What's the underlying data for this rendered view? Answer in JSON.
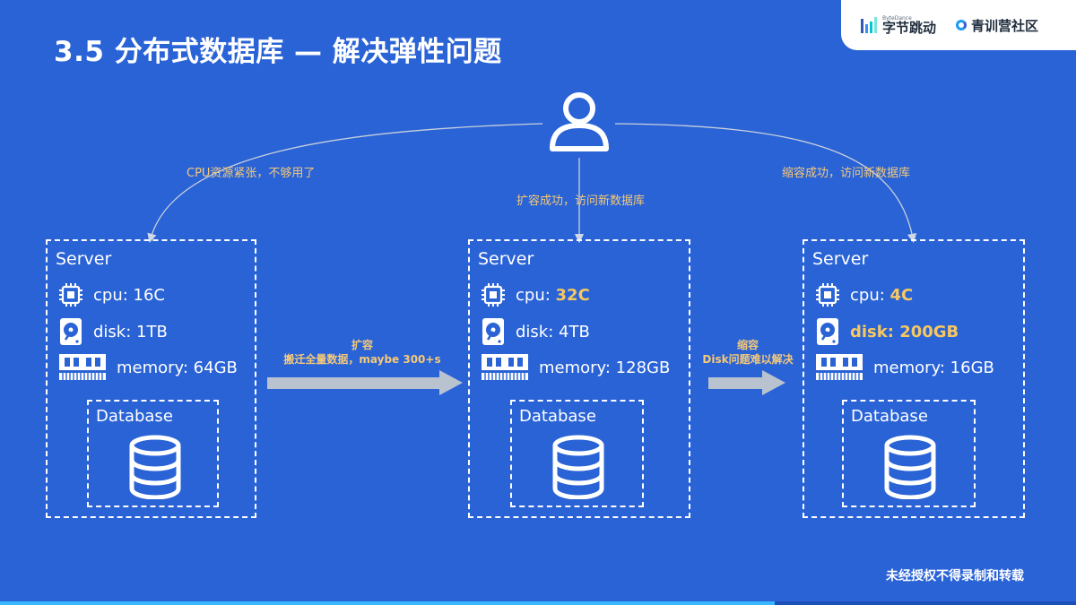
{
  "slide": {
    "title": "3.5 分布式数据库 — 解决弹性问题",
    "footer": "未经授权不得录制和转载",
    "progress": 0.72
  },
  "logos": {
    "bytedance_small": "ByteDance",
    "bytedance": "字节跳动",
    "camp": "青训营社区"
  },
  "notes": {
    "left": "CPU资源紧张，不够用了",
    "middle": "扩容成功，访问新数据库",
    "right": "缩容成功，访问新数据库"
  },
  "arrows": {
    "expand_title": "扩容",
    "expand_desc": "搬迁全量数据，maybe 300+s",
    "shrink_title": "缩容",
    "shrink_desc": "Disk问题难以解决"
  },
  "servers": [
    {
      "title": "Server",
      "cpu": "cpu: 16C",
      "disk": "disk: 1TB",
      "memory": "memory: 64GB",
      "db": "Database"
    },
    {
      "title": "Server",
      "cpu_label": "cpu: ",
      "cpu_value": "32C",
      "disk": "disk: 4TB",
      "memory": "memory: 128GB",
      "db": "Database"
    },
    {
      "title": "Server",
      "cpu_label": "cpu: ",
      "cpu_value": "4C",
      "disk": "disk: 200GB",
      "memory": "memory: 16GB",
      "db": "Database"
    }
  ],
  "colors": {
    "background": "#2a63d6",
    "highlight": "#f6c85f",
    "note": "#f5c977",
    "arrow": "#b9c3cf"
  },
  "icons": [
    "user-icon",
    "cpu-icon",
    "disk-icon",
    "memory-icon",
    "database-icon"
  ]
}
